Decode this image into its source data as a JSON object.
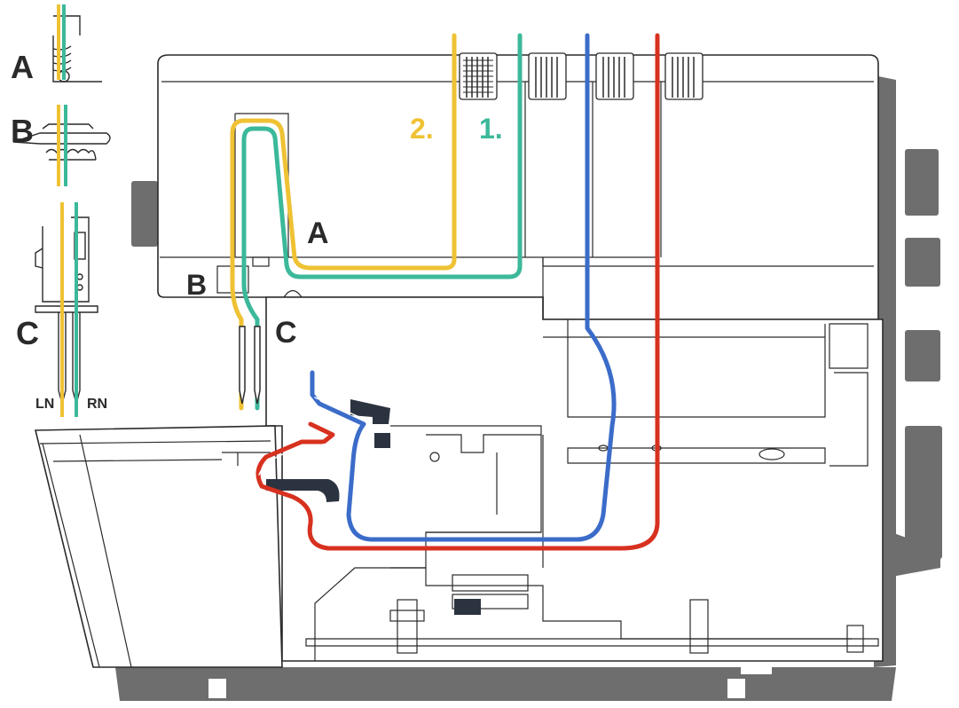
{
  "labels": {
    "inset_a": "A",
    "inset_b": "B",
    "inset_c": "C",
    "inset_ln": "LN",
    "inset_rn": "RN",
    "main_a": "A",
    "main_b": "B",
    "main_c": "C",
    "thread_2": "2.",
    "thread_1": "1."
  },
  "colors": {
    "yellow_thread": "#efc234",
    "green_thread": "#3bb99a",
    "blue_thread": "#3b6cc9",
    "red_thread": "#d7311f",
    "machine_outline": "#2a2a2a",
    "machine_shadow": "#6e6e6e",
    "looper_dark": "#2c3340"
  }
}
